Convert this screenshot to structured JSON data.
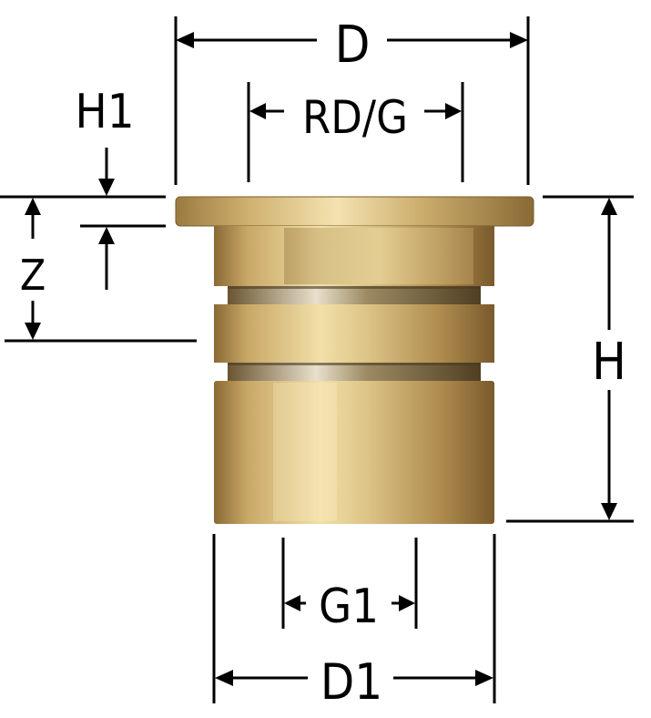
{
  "labels": {
    "D": "D",
    "RD_G": "RD/G",
    "H1": "H1",
    "Z": "Z",
    "H": "H",
    "G1": "G1",
    "D1": "D1"
  },
  "colors": {
    "line": "#000000",
    "brass_light": "#efdca0",
    "brass_mid": "#c8a867",
    "brass_dark": "#7a5a2c",
    "groove": "#5c4a2e",
    "background": "#ffffff"
  }
}
